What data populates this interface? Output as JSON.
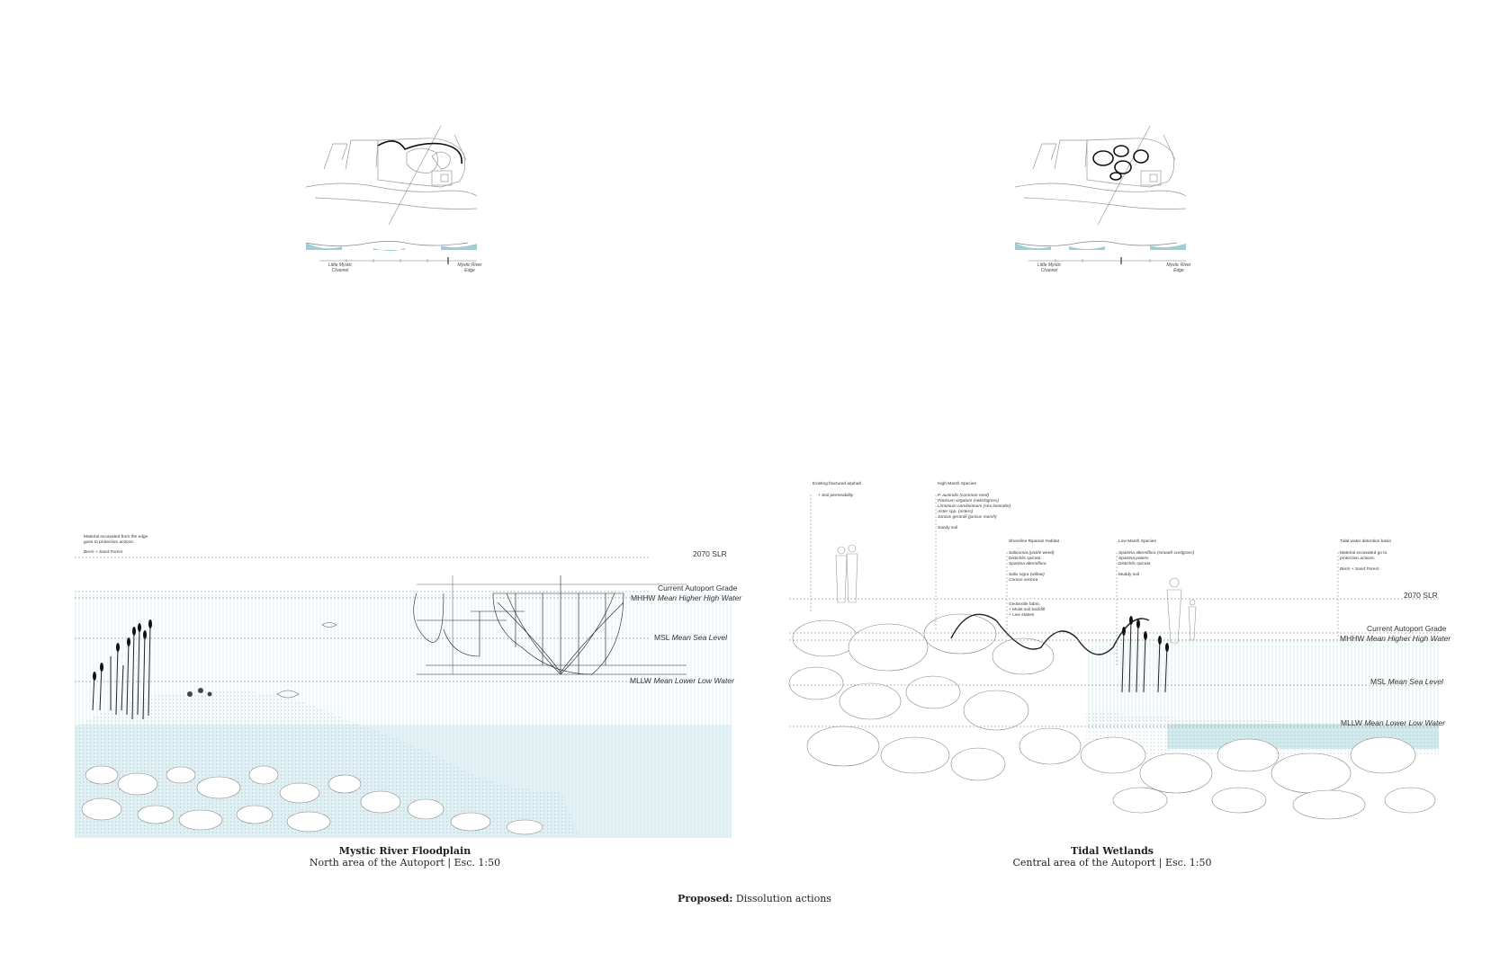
{
  "keymaps": [
    {
      "river_left": "Little Mystic\nChannel",
      "river_right": "Mystic River\nEdge"
    },
    {
      "river_left": "Little Mystic\nChannel",
      "river_right": "Mystic River\nEdge"
    }
  ],
  "sections": [
    {
      "title": "Mystic River Floodplain",
      "subtitle": "North area of the Autoport | Esc. 1:50",
      "note_line1": "Material excavated from the edge",
      "note_line2": "goes to protection actions:",
      "note_line3": "Berm + Sand Forest",
      "levels": {
        "slr": "2070 SLR",
        "grade": "Current Autoport Grade",
        "mhhw_code": "MHHW",
        "mhhw_name": "Mean Higher High Water",
        "msl_code": "MSL",
        "msl_name": "Mean Sea Level",
        "mllw_code": "MLLW",
        "mllw_name": "Mean Lower Low Water"
      }
    },
    {
      "title": "Tidal Wetlands",
      "subtitle": "Central area of the Autoport | Esc. 1:50",
      "annotations": {
        "asphalt_title": "Existing fractured asphalt",
        "asphalt_item": "+ Soil permeability",
        "high_marsh_title": "High Marsh Species",
        "high_marsh_1": "P. australis (common reed)",
        "high_marsh_2": "Panicum virgatum (switchgrass)",
        "high_marsh_3": "Limonium carolinianum (sea lavender)",
        "high_marsh_4": "Aster spp. (asters)",
        "high_marsh_5": "Juncus gerardii (juncus marsh)",
        "high_marsh_soil": "Sandy soil",
        "riparian_title": "Shoreline Riparian Habitat",
        "riparian_1": "Salicornia (pickle weed)",
        "riparian_2": "Distichlis spicata",
        "riparian_3": "Spartina alterniflora",
        "riparian_4": "Salix nigra (willow)",
        "riparian_5": "Cornus sericea",
        "geotextile_1": "Geotextile fabric",
        "geotextile_2": "+ Moist soil backfill",
        "geotextile_3": "+ Live stakes",
        "low_marsh_title": "Low Marsh Species",
        "low_marsh_1": "Spartina alterniflora (smooth cordgrass)",
        "low_marsh_2": "Spartina patens",
        "low_marsh_3": "Distichlis spicata",
        "low_marsh_soil": "Muddy soil",
        "basin_title": "Tidal water detention basin",
        "basin_1": "Material excavated go to",
        "basin_2": "protection actions:",
        "basin_3": "Berm + Sand Forest"
      },
      "levels": {
        "slr": "2070 SLR",
        "grade": "Current Autoport Grade",
        "mhhw_code": "MHHW",
        "mhhw_name": "Mean Higher High Water",
        "msl_code": "MSL",
        "msl_name": "Mean Sea Level",
        "mllw_code": "MLLW",
        "mllw_name": "Mean Lower Low Water"
      }
    }
  ],
  "footer": {
    "bold": "Proposed:",
    "text": " Dissolution actions"
  },
  "colors": {
    "water": "#bfe0e6",
    "water_line": "#9fcdd6",
    "ink": "#333333"
  }
}
